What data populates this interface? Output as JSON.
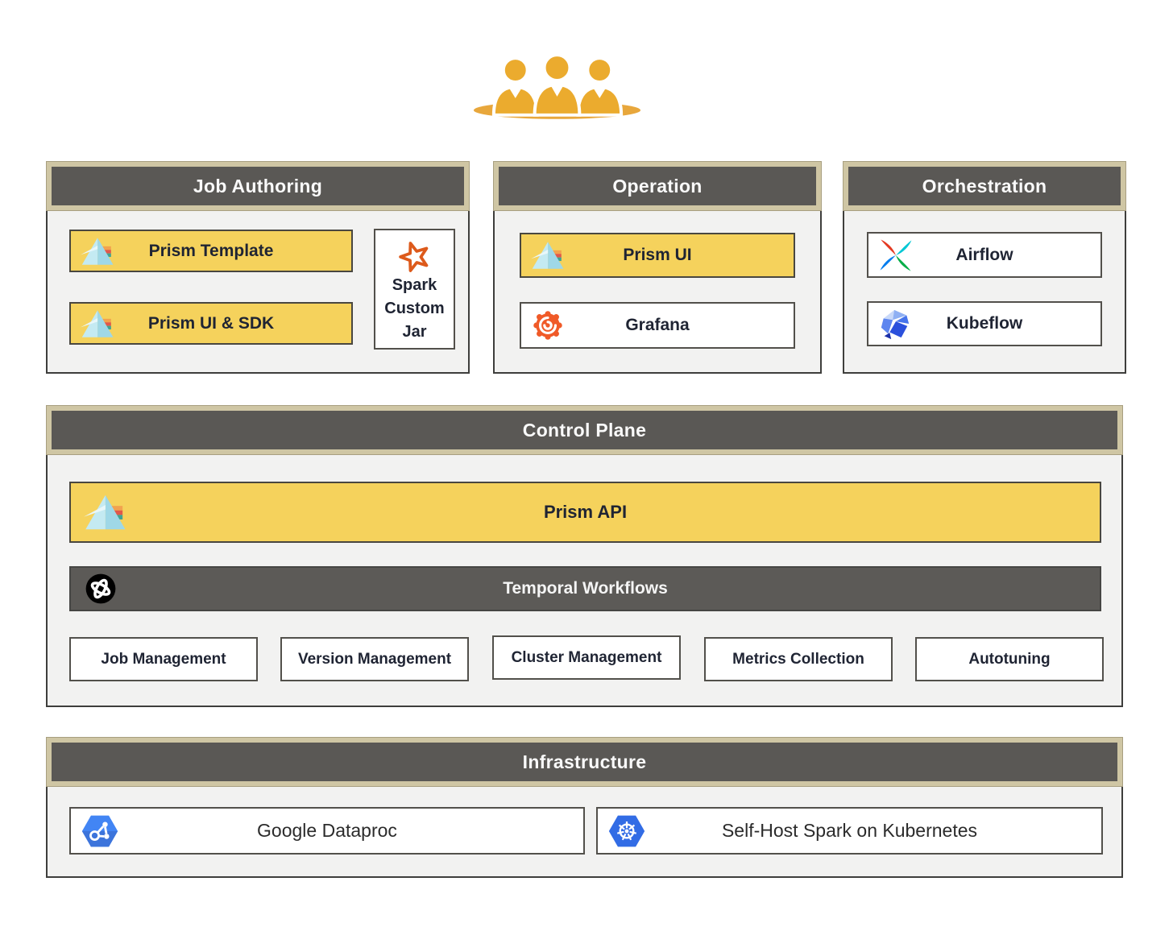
{
  "diagram": {
    "users_icon": "users-icon",
    "colors": {
      "header_bg": "#5A5855",
      "header_frame": "#CFC6A4",
      "section_bg": "#F2F2F1",
      "accent_yellow": "#F5D25C",
      "dark_bar": "#5C5A57",
      "text_dark": "#1F2433",
      "text_light": "#F5F5F5"
    },
    "sections": {
      "job_authoring": {
        "title": "Job Authoring",
        "items": [
          {
            "label": "Prism Template",
            "icon": "prism-icon"
          },
          {
            "label": "Prism UI & SDK",
            "icon": "prism-icon"
          },
          {
            "label": "Spark Custom Jar",
            "icon": "spark-star-icon"
          }
        ]
      },
      "operation": {
        "title": "Operation",
        "items": [
          {
            "label": "Prism UI",
            "icon": "prism-icon"
          },
          {
            "label": "Grafana",
            "icon": "grafana-icon"
          }
        ]
      },
      "orchestration": {
        "title": "Orchestration",
        "items": [
          {
            "label": "Airflow",
            "icon": "airflow-icon"
          },
          {
            "label": "Kubeflow",
            "icon": "kubeflow-icon"
          }
        ]
      },
      "control_plane": {
        "title": "Control Plane",
        "api_bar": {
          "label": "Prism API",
          "icon": "prism-icon"
        },
        "workflow_bar": {
          "label": "Temporal Workflows",
          "icon": "temporal-icon"
        },
        "capabilities": [
          {
            "label": "Job Management"
          },
          {
            "label": "Version Management"
          },
          {
            "label": "Cluster Management"
          },
          {
            "label": "Metrics Collection"
          },
          {
            "label": "Autotuning"
          }
        ]
      },
      "infrastructure": {
        "title": "Infrastructure",
        "items": [
          {
            "label": "Google Dataproc",
            "icon": "dataproc-icon"
          },
          {
            "label": "Self-Host Spark on Kubernetes",
            "icon": "kubernetes-icon"
          }
        ]
      }
    }
  }
}
